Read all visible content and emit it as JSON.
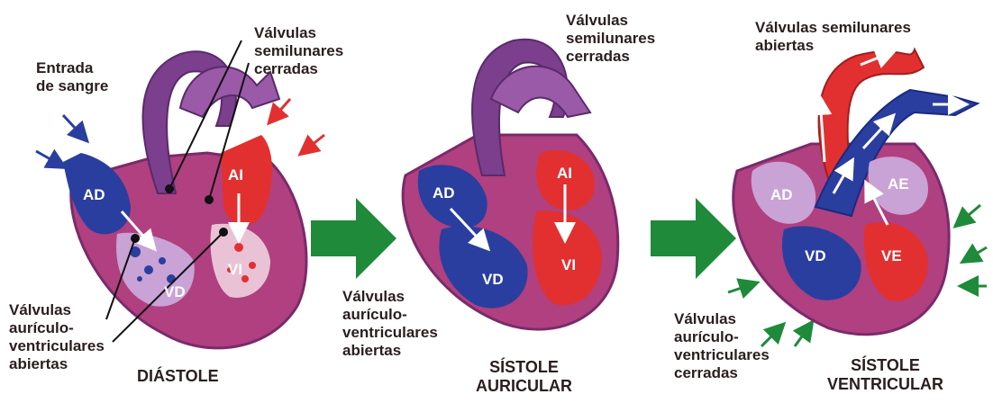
{
  "panels": [
    {
      "caption": "DIÁSTOLE",
      "labels": {
        "blood_entry": "Entrada\nde sangre",
        "semilunar": "Válvulas\nsemilunares\ncerradas",
        "av": "Válvulas\naurículo-\nventriculares\nabiertas"
      },
      "chambers": [
        "AD",
        "AI",
        "VD",
        "VI"
      ]
    },
    {
      "caption": "SÍSTOLE\nAURICULAR",
      "labels": {
        "semilunar": "Válvulas\nsemilunares\ncerradas",
        "av": "Válvulas\naurículo-\nventriculares\nabiertas"
      },
      "chambers": [
        "AD",
        "AI",
        "VD",
        "VI"
      ]
    },
    {
      "caption": "SÍSTOLE\nVENTRICULAR",
      "labels": {
        "semilunar": "Válvulas semilunares\nabiertas",
        "av": "Válvulas\naurículo-\nventriculares\ncerradas"
      },
      "chambers": [
        "AD",
        "AE",
        "VD",
        "VE"
      ]
    }
  ],
  "colors": {
    "muscle": "#b0407f",
    "muscle_dark": "#7a2a6a",
    "vessel": "#7b3f8e",
    "blue_blood": "#2a3ea0",
    "red_blood": "#e23030",
    "transition_arrow": "#1e8a3a"
  }
}
